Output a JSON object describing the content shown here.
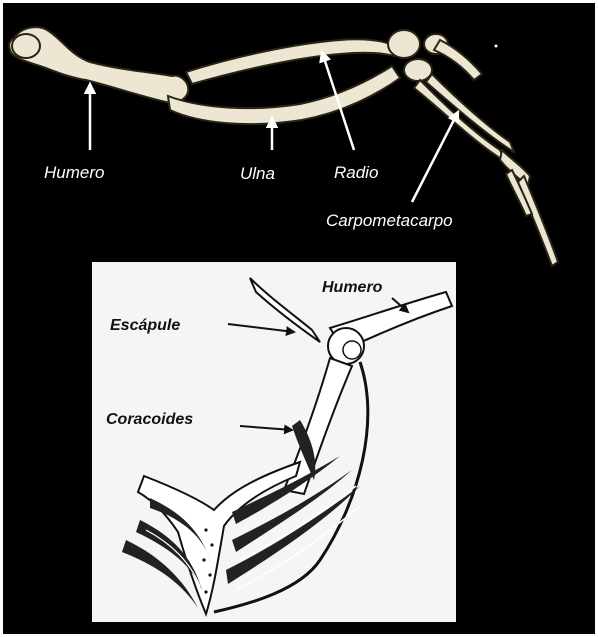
{
  "colors": {
    "background": "#000000",
    "bone": "#ece6d2",
    "bone_outline": "#2a2416",
    "inset_background": "#f5f5f3",
    "label_light": "#ffffff",
    "label_dark": "#111111"
  },
  "wing_diagram": {
    "labels": {
      "humerus": "Humero",
      "ulna": "Ulna",
      "radius": "Radio",
      "carpometacarpus": "Carpometacarpo"
    }
  },
  "shoulder_diagram": {
    "labels": {
      "humerus": "Humero",
      "scapula": "Escápule",
      "coracoid": "Coracoides"
    }
  }
}
